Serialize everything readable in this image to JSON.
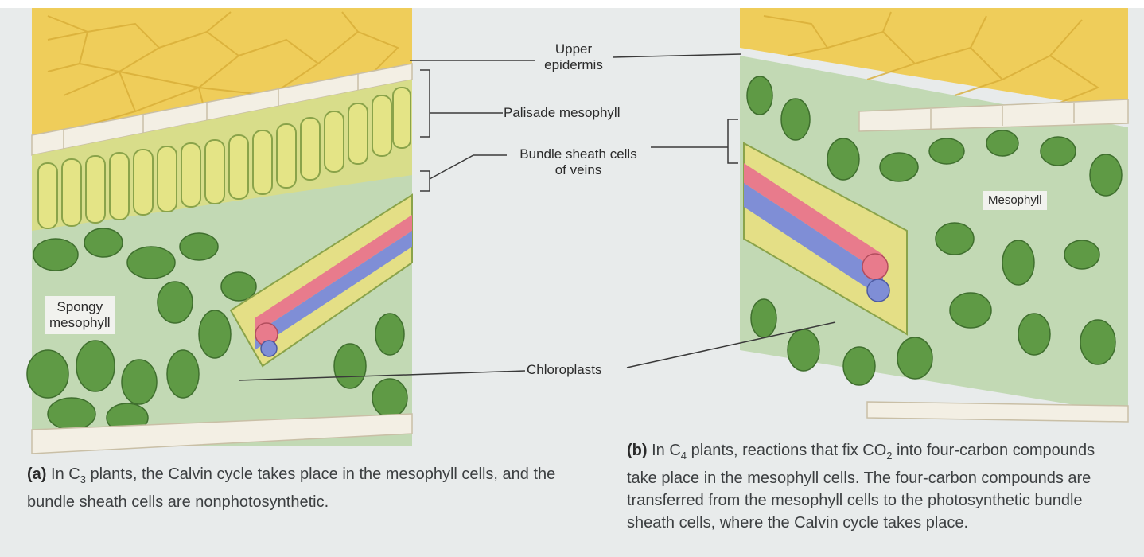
{
  "labels": {
    "upper_epidermis_line1": "Upper",
    "upper_epidermis_line2": "epidermis",
    "palisade": "Palisade mesophyll",
    "bundle_line1": "Bundle sheath cells",
    "bundle_line2": "of veins",
    "spongy_line1": "Spongy",
    "spongy_line2": "mesophyll",
    "chloroplasts": "Chloroplasts",
    "mesophyll": "Mesophyll"
  },
  "caption_a": {
    "marker": "(a)",
    "part1": " In C",
    "sub": "3",
    "part2": " plants, the Calvin cycle takes place in the mesophyll cells, and the bundle sheath cells are nonphotosynthetic."
  },
  "caption_b": {
    "marker": "(b)",
    "part1": " In C",
    "sub1": "4",
    "part2": " plants, reactions that fix CO",
    "sub2": "2",
    "part3": " into four-carbon compounds take place in the mesophyll cells. The four-carbon compounds are transferred from the mesophyll cells to the photosynthetic bundle sheath cells, where the Calvin cycle takes place."
  },
  "colors": {
    "epidermis": "#efcd5a",
    "palisade": "#dfe08c",
    "spongy_cell": "#5f9a45",
    "background_tissue": "#bcd6b2",
    "xylem": "#e87b8c",
    "phloem": "#7f8ed6"
  }
}
